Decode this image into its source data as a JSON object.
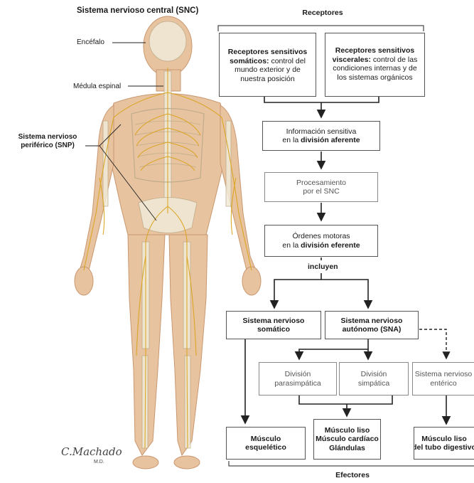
{
  "left": {
    "title": "Sistema nervioso central (SNC)",
    "label_encefalo": "Encéfalo",
    "label_medula": "Médula espinal",
    "label_snp_1": "Sistema nervioso",
    "label_snp_2": "periférico (SNP)",
    "signature": "C.Machado",
    "signature_sub": "M.D."
  },
  "flow": {
    "receptores": "Receptores",
    "somaticos_bold": "Receptores sensitivos somáticos:",
    "somaticos_text": "control del mundo exterior y de nuestra posición",
    "viscerales_bold": "Receptores sensitivos viscerales:",
    "viscerales_text": "control de las condiciones internas y de los sistemas orgánicos",
    "info_1": "Información sensitiva",
    "info_2a": "en la ",
    "info_2b": "división aferente",
    "proc_1": "Procesamiento",
    "proc_2": "por el SNC",
    "ord_1": "Órdenes motoras",
    "ord_2a": "en la ",
    "ord_2b": "división eferente",
    "incluyen": "incluyen",
    "somatico_1": "Sistema nervioso",
    "somatico_2": "somático",
    "autonomo_1": "Sistema nervioso",
    "autonomo_2": "autónomo (SNA)",
    "parasimp_1": "División",
    "parasimp_2": "parasimpática",
    "simp_1": "División",
    "simp_2": "simpática",
    "enterico_1": "Sistema nervioso",
    "enterico_2": "entérico",
    "musc_esq_1": "Músculo",
    "musc_esq_2": "esquelético",
    "liso_1": "Músculo liso",
    "liso_2": "Músculo cardíaco",
    "liso_3": "Glándulas",
    "digest_1": "Músculo liso",
    "digest_2": "del tubo digestivo",
    "efectores": "Efectores"
  },
  "colors": {
    "skin": "#e8c39f",
    "bone": "#f1ead8",
    "nerve": "#d9a520",
    "line": "#222222"
  }
}
